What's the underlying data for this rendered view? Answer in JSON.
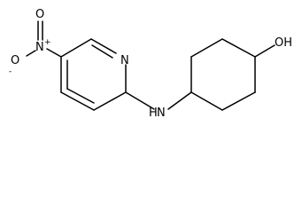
{
  "molecule": {
    "atoms": {
      "nitro_o_left": "O",
      "nitro_o_left_charge": "-",
      "nitro_n": "N",
      "nitro_n_charge": "+",
      "nitro_o_top": "O",
      "pyridine_n": "N",
      "amine": "N",
      "amine_h": "H",
      "hydroxyl": "OH"
    }
  }
}
